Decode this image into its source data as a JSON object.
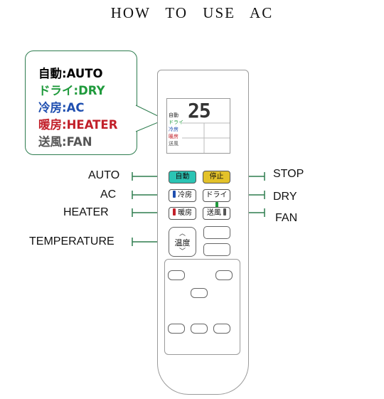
{
  "title": "HOW TO USE AC",
  "legend": [
    {
      "jp": "自動",
      "en": "AUTO",
      "color": "#111111"
    },
    {
      "jp": "ドライ",
      "en": "DRY",
      "color": "#1f9a3c"
    },
    {
      "jp": "冷房",
      "en": "AC",
      "color": "#1f4fb0"
    },
    {
      "jp": "暖房",
      "en": "HEATER",
      "color": "#c2202a"
    },
    {
      "jp": "送風",
      "en": "FAN",
      "color": "#555555"
    }
  ],
  "legend_sep": ":",
  "display": {
    "temperature": "25",
    "modes": [
      "自動",
      "ドライ",
      "冷房",
      "暖房",
      "送風"
    ]
  },
  "buttons": {
    "auto": "自動",
    "stop": "停止",
    "ac": "冷房",
    "dry": "ドライ",
    "heater": "暖房",
    "fan": "送風",
    "temperature": "温度"
  },
  "labels": {
    "auto": "AUTO",
    "ac": "AC",
    "heater": "HEATER",
    "temperature": "TEMPERATURE",
    "stop": "STOP",
    "dry": "DRY",
    "fan": "FAN"
  },
  "colors": {
    "connector": "#2e7d4f",
    "auto_button": "#2bc4b4",
    "stop_button": "#e3c22a",
    "ac_bar": "#1f4fb0",
    "dry_bar": "#1f9a3c",
    "heater_bar": "#c2202a",
    "fan_bar": "#555555"
  }
}
